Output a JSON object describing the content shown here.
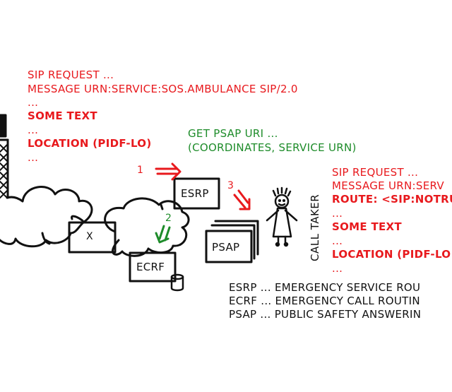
{
  "colors": {
    "request_text": "#e8191d",
    "lookup_text": "#1e8c2a",
    "ink": "#111111",
    "background": "#ffffff"
  },
  "sip_request_1": {
    "lines": [
      {
        "text": "SIP REQUEST ...",
        "emphasis": false
      },
      {
        "text": "MESSAGE URN:SERVICE:SOS.AMBULANCE SIP/2.0",
        "emphasis": false
      },
      {
        "text": "...",
        "emphasis": false
      },
      {
        "text": "SOME TEXT",
        "emphasis": true
      },
      {
        "text": "...",
        "emphasis": false
      },
      {
        "text": "LOCATION (PIDF-LO)",
        "emphasis": true
      },
      {
        "text": "...",
        "emphasis": false
      }
    ]
  },
  "ecrf_query": {
    "lines": [
      "GET PSAP URI ...",
      "(COORDINATES, SERVICE URN)"
    ]
  },
  "sip_request_2": {
    "lines": [
      {
        "text": "SIP REQUEST ...",
        "emphasis": false
      },
      {
        "text": "MESSAGE URN:SERV",
        "emphasis": false
      },
      {
        "text": "ROUTE: <SIP:NOTRU",
        "emphasis": true
      },
      {
        "text": "...",
        "emphasis": false
      },
      {
        "text": "SOME TEXT",
        "emphasis": true
      },
      {
        "text": "...",
        "emphasis": false
      },
      {
        "text": "LOCATION (PIDF-LO",
        "emphasis": true
      },
      {
        "text": "...",
        "emphasis": false
      }
    ]
  },
  "nodes": {
    "unknown_box": "X",
    "esrp": "ESRP",
    "ecrf": "ECRF",
    "psap": "PSAP",
    "call_taker": "CALL TAKER"
  },
  "steps": [
    {
      "number": "1",
      "color": "red"
    },
    {
      "number": "2",
      "color": "green"
    },
    {
      "number": "3",
      "color": "red"
    }
  ],
  "legend": [
    "ESRP ... EMERGENCY SERVICE ROU",
    "ECRF ... EMERGENCY CALL ROUTIN",
    "PSAP ... PUBLIC SAFETY ANSWERIN"
  ]
}
